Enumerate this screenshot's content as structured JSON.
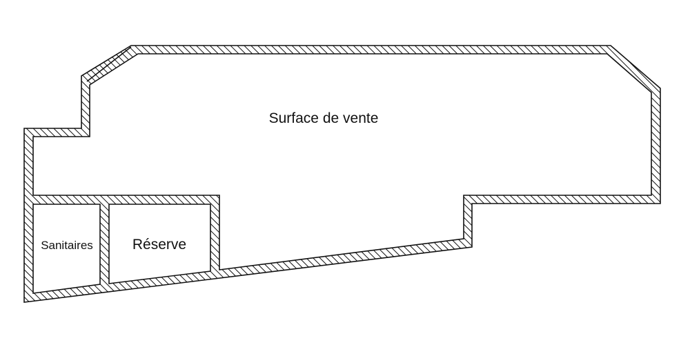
{
  "plan": {
    "colors": {
      "wall_fill": "#ffffff",
      "hatch": "#111111",
      "outline": "#111111",
      "background": "#ffffff"
    },
    "rooms": [
      {
        "id": "surface",
        "label": "Surface de vente"
      },
      {
        "id": "reserve",
        "label": "Réserve"
      },
      {
        "id": "sanitaires",
        "label": "Sanitaires"
      }
    ]
  }
}
